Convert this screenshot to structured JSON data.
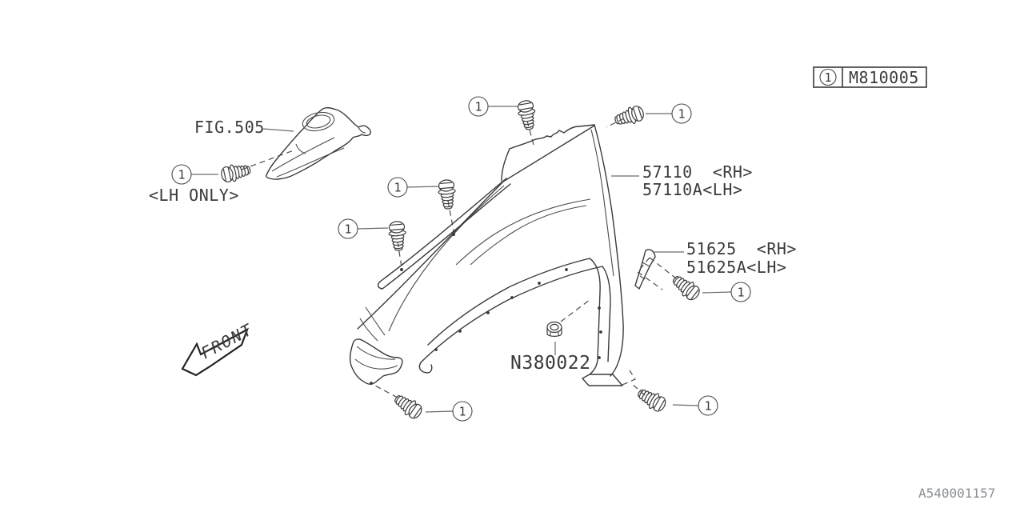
{
  "legend": {
    "callout": "1",
    "part_no": "M810005"
  },
  "labels": {
    "fig_ref": "FIG.505",
    "lh_only": "<LH ONLY>",
    "fender_rh": "57110  <RH>",
    "fender_lh": "57110A<LH>",
    "bracket_rh": "51625  <RH>",
    "bracket_lh": "51625A<LH>",
    "nut": "N380022",
    "front": "FRONT",
    "callout": "1"
  },
  "doc_number": "A540001157",
  "colors": {
    "line": "#3a3a3a",
    "muted": "#8b8f93",
    "background": "#ffffff"
  }
}
